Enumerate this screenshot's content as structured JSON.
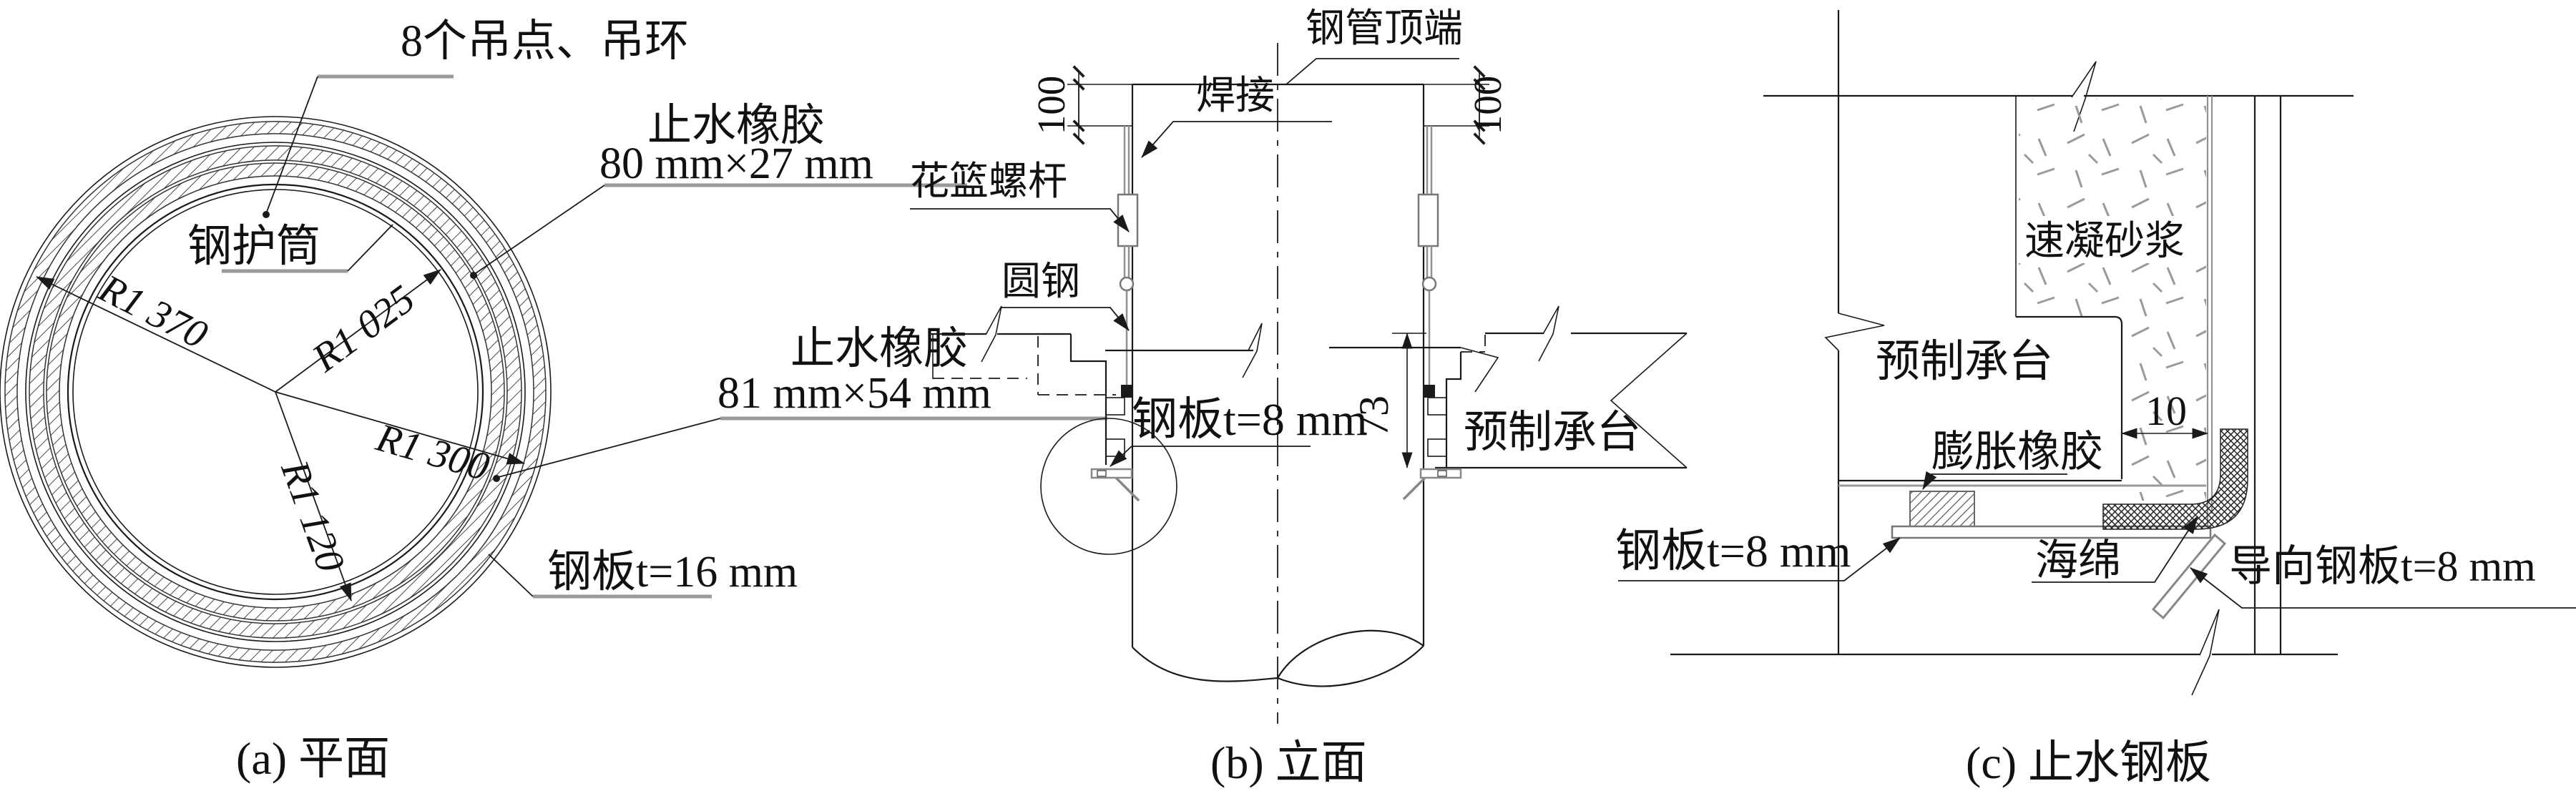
{
  "panel_a": {
    "caption": "(a) 平面",
    "labels": {
      "lift_points": "8个吊点、吊环",
      "rubber1_name": "止水橡胶",
      "rubber1_size": "80 mm×27 mm",
      "casing": "钢护筒",
      "rubber2_name": "止水橡胶",
      "rubber2_size": "81 mm×54 mm",
      "steel_plate": "钢板t=16 mm",
      "r_outer": "R1 370",
      "r_casing": "R1 025",
      "r_mid": "R1 300",
      "r_low": "R1 120"
    }
  },
  "panel_b": {
    "caption": "(b) 立面",
    "labels": {
      "pipe_top": "钢管顶端",
      "weld": "焊接",
      "turnbuckle": "花篮螺杆",
      "round_steel": "圆钢",
      "steel_plate": "钢板t=8 mm",
      "precast_cap": "预制承台",
      "dim_100_left": "100",
      "dim_100_right": "100",
      "dim_73": "73"
    }
  },
  "panel_c": {
    "caption": "(c) 止水钢板",
    "labels": {
      "mortar": "速凝砂浆",
      "precast_cap": "预制承台",
      "expansion_rubber": "膨胀橡胶",
      "dim_10": "10",
      "steel_plate": "钢板t=8 mm",
      "sponge": "海绵",
      "guide_plate": "导向钢板t=8 mm"
    }
  },
  "colors": {
    "line": "#1a1a1a",
    "gray": "#919191",
    "hatch": "#4a4a4a"
  }
}
